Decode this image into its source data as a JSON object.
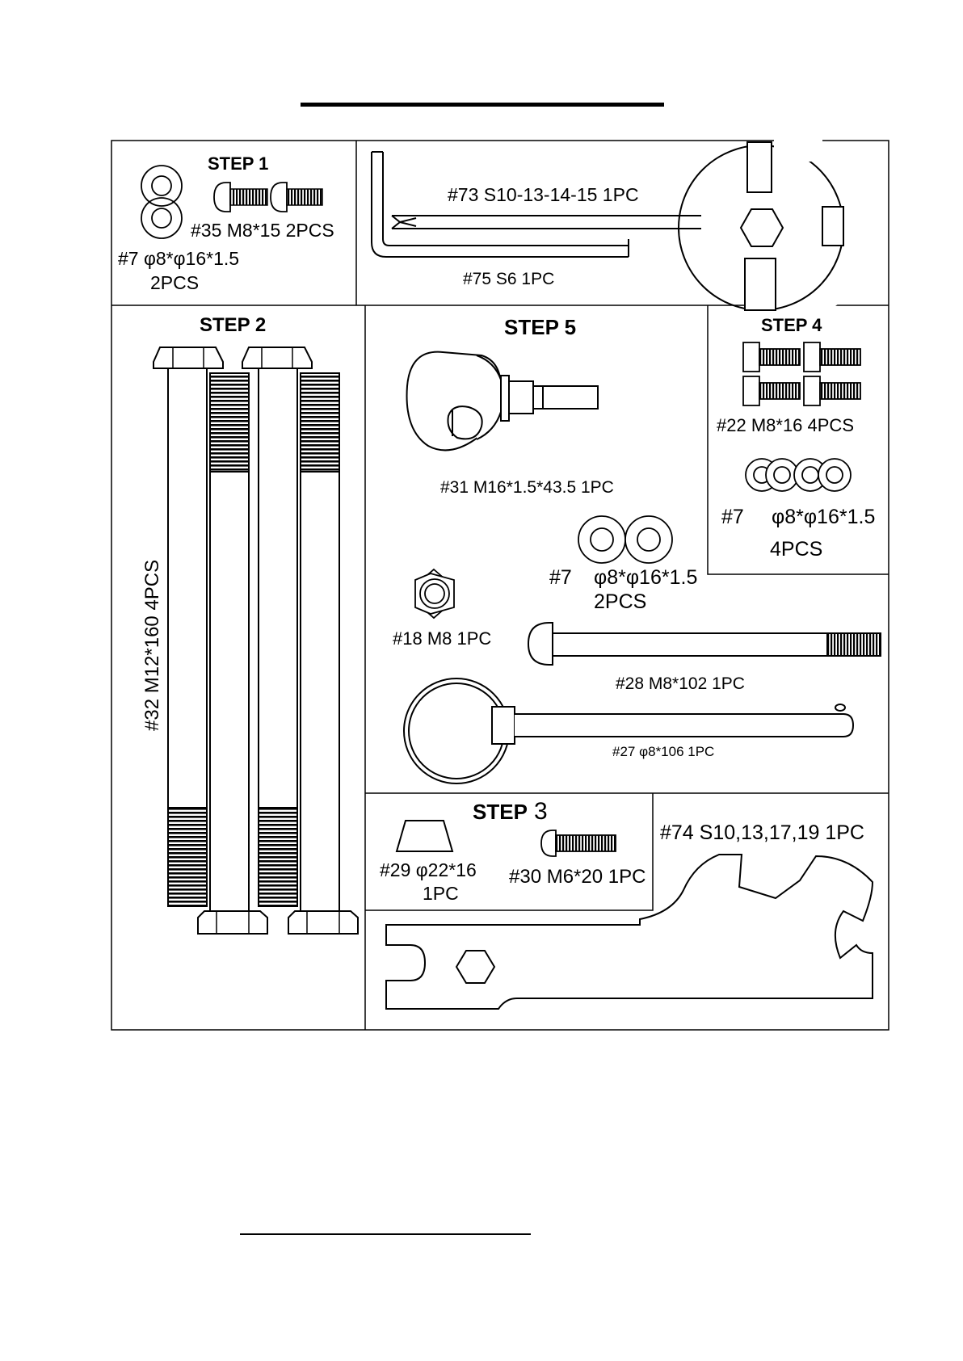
{
  "steps": {
    "step1": "STEP 1",
    "step2": "STEP 2",
    "step3_word": "STEP",
    "step3_num": "3",
    "step4": "STEP 4",
    "step5": "STEP 5"
  },
  "parts": {
    "p35": "#35  M8*15  2PCS",
    "p7a_line1": "#7 φ8*φ16*1.5",
    "p7a_line2": "2PCS",
    "p73": "#73  S10-13-14-15  1PC",
    "p75": "#75  S6 1PC",
    "p32": "#32   M12*160  4PCS",
    "p31": "#31  M16*1.5*43.5  1PC",
    "p22": "#22   M8*16   4PCS",
    "p7c_num": "#7",
    "p7c_spec": "φ8*φ16*1.5",
    "p7c_qty": "4PCS",
    "p7b_num": "#7",
    "p7b_spec": "φ8*φ16*1.5",
    "p7b_qty": "2PCS",
    "p18": "#18 M8   1PC",
    "p28": "#28  M8*102  1PC",
    "p27": "#27  φ8*106 1PC",
    "p29_line1": "#29  φ22*16",
    "p29_line2": "1PC",
    "p30": "#30 M6*20 1PC",
    "p74": "#74   S10,13,17,19   1PC"
  }
}
